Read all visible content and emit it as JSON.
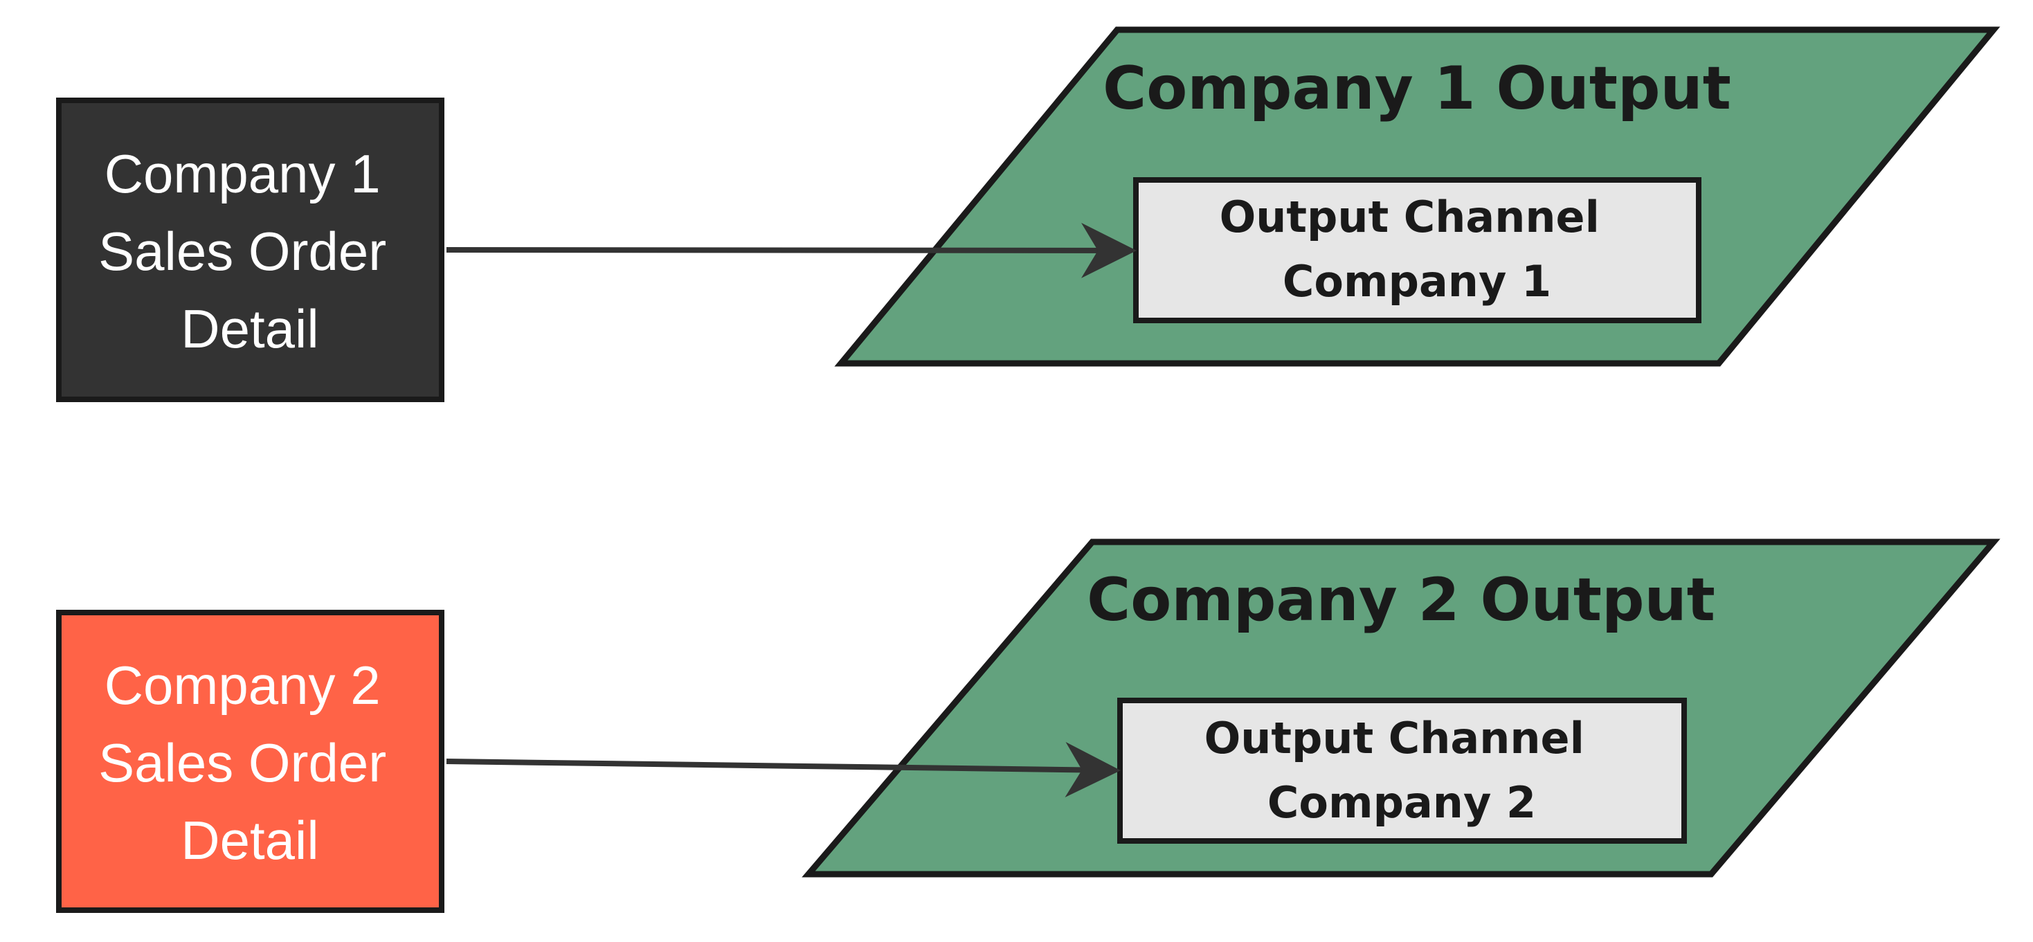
{
  "diagram": {
    "sources": [
      {
        "lines": [
          "Company 1",
          "Sales Order",
          "Detail"
        ],
        "fill": "#333333",
        "text_color": "#ffffff"
      },
      {
        "lines": [
          "Company 2",
          "Sales Order",
          "Detail"
        ],
        "fill": "#ff6347",
        "text_color": "#ffffff"
      }
    ],
    "groups": [
      {
        "title": "Company 1 Output",
        "channel_lines": [
          "Output Channel",
          "Company 1"
        ]
      },
      {
        "title": "Company 2 Output",
        "channel_lines": [
          "Output Channel",
          "Company 2"
        ]
      }
    ],
    "colors": {
      "group_fill": "#63a27e",
      "channel_fill": "#e6e6e6",
      "border": "#1a1a1a",
      "edge": "#333333",
      "title_text": "#1a1a1a",
      "channel_text": "#1a1a1a"
    }
  }
}
